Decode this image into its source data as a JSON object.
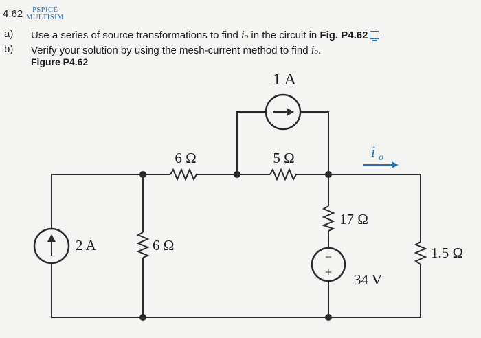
{
  "header": {
    "problem_number": "4.62",
    "pspice": "PSPICE",
    "multisim": "MULTISIM"
  },
  "parts": [
    {
      "label": "a)",
      "text_before": "Use a series of source transformations to find ",
      "var": "i",
      "sub": "o",
      "text_middle": " in the circuit in ",
      "fig_ref": "Fig. P4.62",
      "text_after": "."
    },
    {
      "label": "b)",
      "text_before": "Verify your solution by using the mesh-current method to find ",
      "var": "i",
      "sub": "o",
      "text_after": "."
    }
  ],
  "figure": {
    "caption": "Figure P4.62",
    "labels": {
      "current_source_top": "1 A",
      "resistor_6_top": "6 Ω",
      "resistor_5": "5 Ω",
      "current_io_var": "i",
      "current_io_sub": "o",
      "current_source_left": "2 A",
      "resistor_6_mid": "6 Ω",
      "resistor_17": "17 Ω",
      "voltage_source": "34 V",
      "resistor_1_5": "1.5 Ω",
      "vs_minus": "−",
      "vs_plus": "+"
    },
    "colors": {
      "wire": "#2a2a2a",
      "accent_blue": "#2a6fb0"
    }
  }
}
